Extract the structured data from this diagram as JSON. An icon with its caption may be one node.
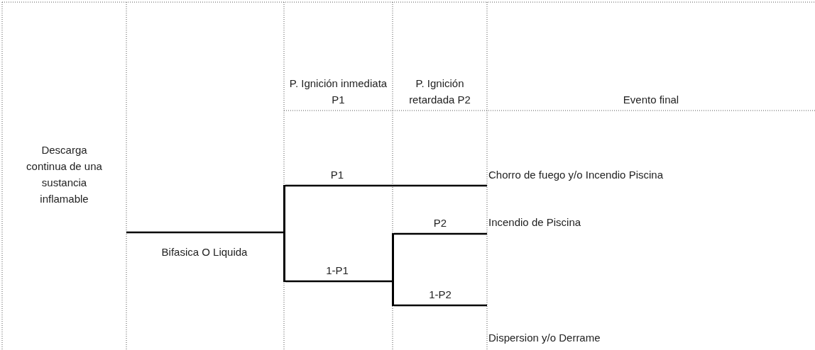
{
  "diagram": {
    "nodes": [
      {
        "text": [
          "Descarga continua de una sustancia inflamable"
        ]
      },
      {
        "text": [],
        "shape": "bar"
      },
      {
        "text": [
          "Chorro de fuego y/o Incendio Piscina"
        ]
      },
      {
        "text": [],
        "shape": "bar"
      },
      {
        "text": [
          "Incendio de Piscina"
        ]
      },
      {
        "text": [
          "Dispersion y/o Derrame"
        ]
      }
    ],
    "edges": [
      {
        "from": 0,
        "to": 1,
        "arrow": "none",
        "label": "Bifasica O Liquida"
      },
      {
        "from": 1,
        "to": 2,
        "arrow": "none",
        "label": "P1"
      },
      {
        "from": 1,
        "to": 3,
        "arrow": "none",
        "label": "1-P1"
      },
      {
        "from": 3,
        "to": 4,
        "arrow": "none",
        "label": "P2"
      },
      {
        "from": 3,
        "to": 5,
        "arrow": "none",
        "label": "1-P2"
      }
    ],
    "labels": [
      "P. Ignición inmediata P1",
      "P. Ignición retardada P2",
      "Evento final"
    ]
  }
}
